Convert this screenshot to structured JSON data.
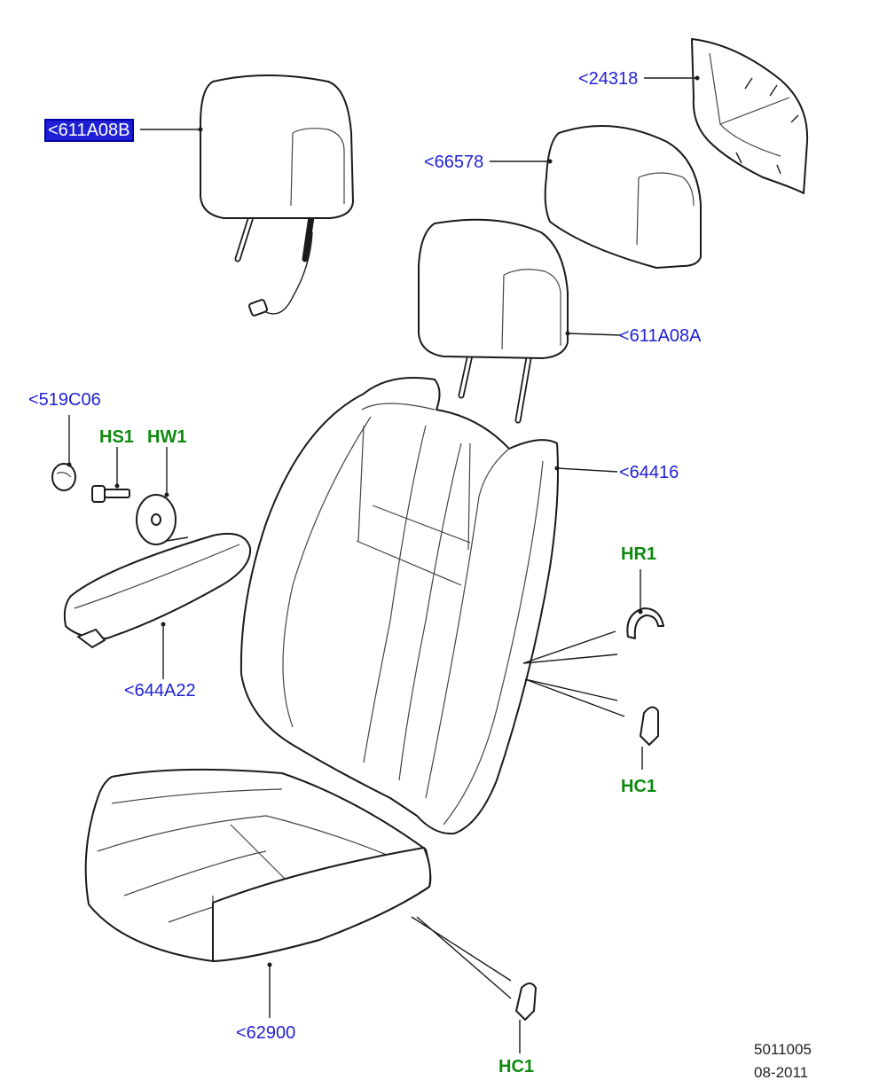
{
  "callouts": {
    "c611A08B": "<611A08B",
    "c24318": "<24318",
    "c66578": "<66578",
    "c611A08A": "<611A08A",
    "c519C06": "<519C06",
    "cHS1": "HS1",
    "cHW1": "HW1",
    "c64416": "<64416",
    "cHR1": "HR1",
    "c644A22": "<644A22",
    "cHC1a": "HC1",
    "cHC1b": "HC1",
    "c62900": "<62900"
  },
  "reference": {
    "number": "5011005",
    "date": "08-2011"
  },
  "colors": {
    "part_label": "#1f1fd6",
    "fixing_label": "#0e8a0e",
    "selected_bg": "#1f1fd6",
    "outline": "#1a1a1a"
  },
  "selected_callout": "<611A08B"
}
